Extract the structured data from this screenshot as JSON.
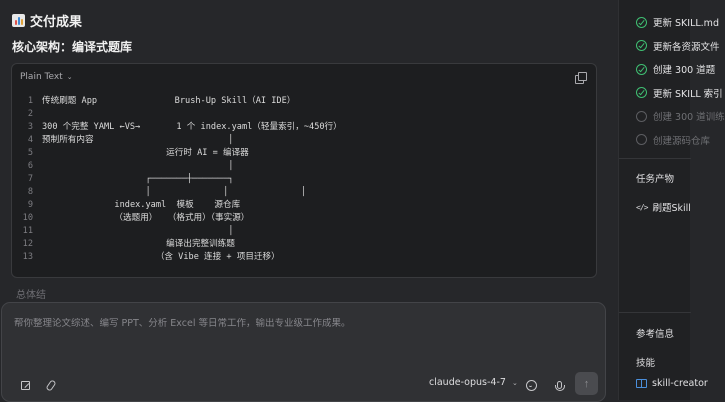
{
  "main": {
    "deliver_title": "交付成果",
    "section_title": "核心架构：编译式题库",
    "code_block": {
      "language": "Plain Text",
      "lines": [
        {
          "num": "1",
          "text": "传统刷题 App               Brush-Up Skill（AI IDE）"
        },
        {
          "num": "2",
          "text": ""
        },
        {
          "num": "3",
          "text": "300 个完整 YAML ←VS→       1 个 index.yaml（轻量索引，~450行）"
        },
        {
          "num": "4",
          "text": "预制所有内容                          │"
        },
        {
          "num": "5",
          "text": "                        运行时 AI = 编译器"
        },
        {
          "num": "6",
          "text": "                                    │"
        },
        {
          "num": "7",
          "text": "                    ┌───────┼───────┐"
        },
        {
          "num": "8",
          "text": "                    │              │              │"
        },
        {
          "num": "9",
          "text": "              index.yaml  模板    源仓库"
        },
        {
          "num": "10",
          "text": "              （选题用）  （格式用）（事实源）"
        },
        {
          "num": "11",
          "text": "                                    │"
        },
        {
          "num": "12",
          "text": "                        编译出完整训练题"
        },
        {
          "num": "13",
          "text": "                      （含 Vibe 连接 + 项目迁移）"
        }
      ]
    },
    "faded_text": "总体结",
    "composer": {
      "placeholder": "帮你整理论文综述、编写 PPT、分析 Excel 等日常工作，输出专业级工作成果。",
      "model": "claude-opus-4-7"
    }
  },
  "right_panel": {
    "tasks": [
      {
        "label": "更新 SKILL.md",
        "status": "done"
      },
      {
        "label": "更新各资源文件",
        "status": "done"
      },
      {
        "label": "创建 300 道题",
        "status": "done"
      },
      {
        "label": "更新 SKILL 索引",
        "status": "done"
      },
      {
        "label": "创建 300 道训练",
        "status": "pending"
      },
      {
        "label": "创建源码仓库",
        "status": "pending"
      }
    ],
    "artifacts_heading": "任务产物",
    "artifact_label": "刷题Skill",
    "reference_heading": "参考信息",
    "skills_heading": "技能",
    "skill_label": "skill-creator"
  },
  "colors": {
    "background": "#26272a",
    "code_bg": "#1d1e20",
    "success": "#3fbf72",
    "link": "#4b8fdb"
  }
}
